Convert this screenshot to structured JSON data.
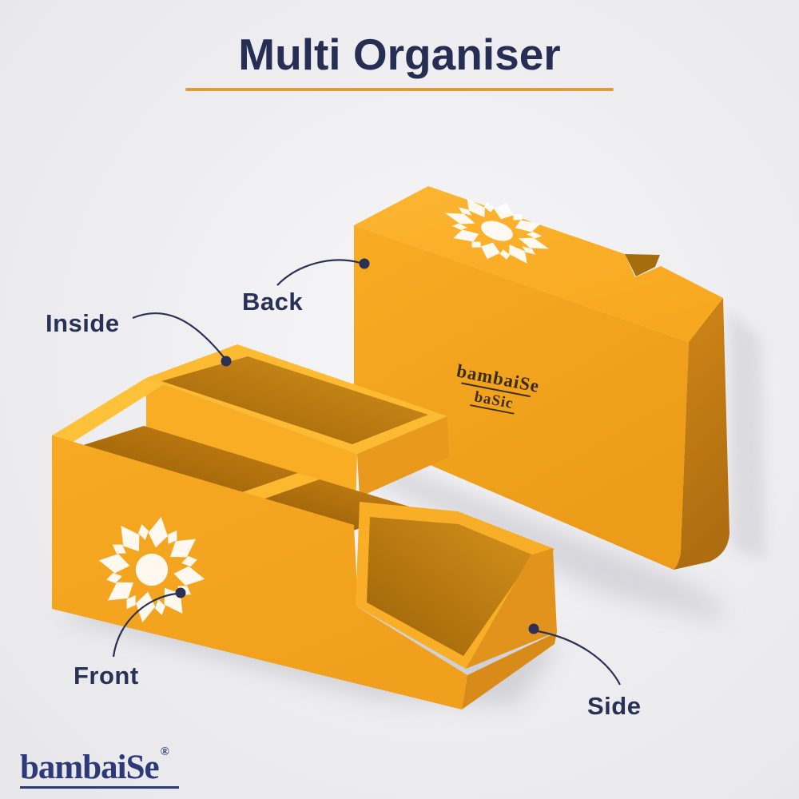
{
  "header": {
    "title": "Multi Organiser"
  },
  "callouts": [
    {
      "id": "inside",
      "label": "Inside"
    },
    {
      "id": "back",
      "label": "Back"
    },
    {
      "id": "front",
      "label": "Front"
    },
    {
      "id": "side",
      "label": "Side"
    }
  ],
  "product": {
    "name": "Multi Organiser",
    "branding_line1": "bambaiSe",
    "branding_line2": "baSic",
    "mandala_icon": "sun-mandala-icon"
  },
  "footer": {
    "brand": "bambaiSe",
    "registered_mark": "®"
  },
  "colors": {
    "navy_text": "#2a3156",
    "title_navy": "#272e54",
    "accent_orange_underline": "#e2993d",
    "box_yellow": "#f7a822",
    "box_yellow_light": "#fcb330",
    "box_yellow_dark_side": "#c07c13",
    "box_cavity_shadow": "#a06408",
    "brand_logo_blue": "#2e3a78",
    "box_print_brown": "#3a2e08",
    "background_gray": "#e9e9ec"
  }
}
